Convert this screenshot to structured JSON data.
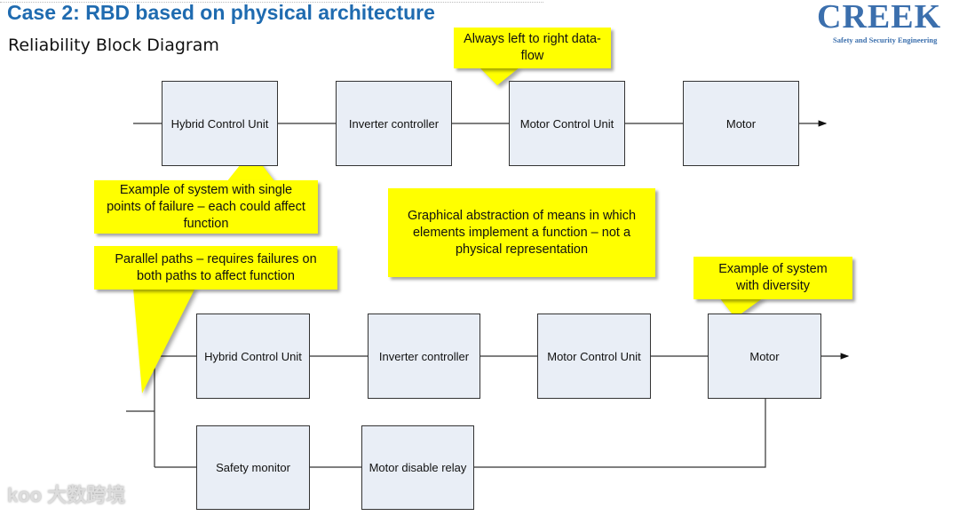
{
  "header": {
    "title": "Case 2:  RBD based on physical architecture",
    "subtitle": "Reliability Block Diagram"
  },
  "logo": {
    "name": "CREEK",
    "tagline": "Safety and Security Engineering",
    "color": "#3b6fad"
  },
  "top_chain": [
    "Hybrid Control Unit",
    "Inverter controller",
    "Motor Control Unit",
    "Motor"
  ],
  "bottom_chain": {
    "primary": [
      "Hybrid Control Unit",
      "Inverter controller",
      "Motor Control Unit",
      "Motor"
    ],
    "secondary": [
      "Safety monitor",
      "Motor disable relay"
    ]
  },
  "callouts": {
    "dataflow": "Always left to right data-flow",
    "single_point": "Example of system with single points of failure – each could affect function",
    "abstraction": "Graphical abstraction of means in which elements implement a function – not a physical representation",
    "parallel": "Parallel paths – requires failures on both paths to affect function",
    "diversity": "Example of system with diversity"
  },
  "colors": {
    "title": "#1f6bb0",
    "callout": "#ffff00",
    "block": "#e9eef6"
  },
  "watermark": "大数跨境"
}
